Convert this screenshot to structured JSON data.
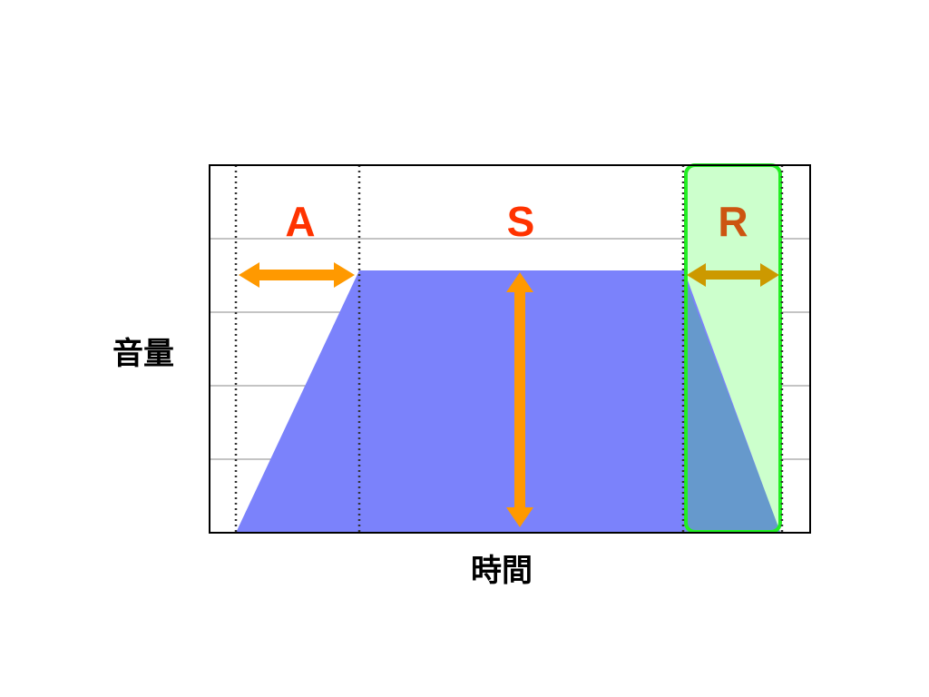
{
  "diagram": {
    "phases": [
      {
        "label": "A",
        "color": "#ff3300"
      },
      {
        "label": "S",
        "color": "#ff3300"
      },
      {
        "label": "R",
        "color": "#cc5511"
      }
    ],
    "ylabel": "音量",
    "xlabel": "時間",
    "colors": {
      "envelope": "#7b82fb",
      "release_overlay": "#6699cc",
      "highlight_fill": "#ccffcc",
      "highlight_border": "#22ee22",
      "arrow_orange": "#ff9900",
      "arrow_gold": "#cc9900",
      "frame": "#000000",
      "gridline": "#888888"
    }
  }
}
